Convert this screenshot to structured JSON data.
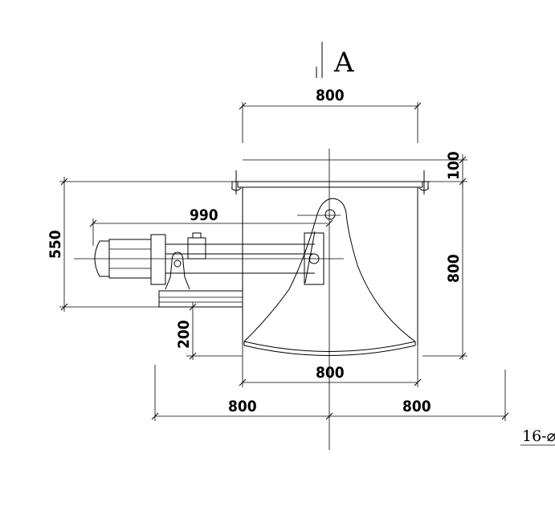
{
  "view_label": "A",
  "dimensions": {
    "top_width": "800",
    "flange": "100",
    "height_overall": "550",
    "shaft_length": "990",
    "body_height": "800",
    "base_height": "200",
    "bottom_width": "800",
    "left_span": "800",
    "right_span": "800"
  },
  "note": "16-⌀"
}
